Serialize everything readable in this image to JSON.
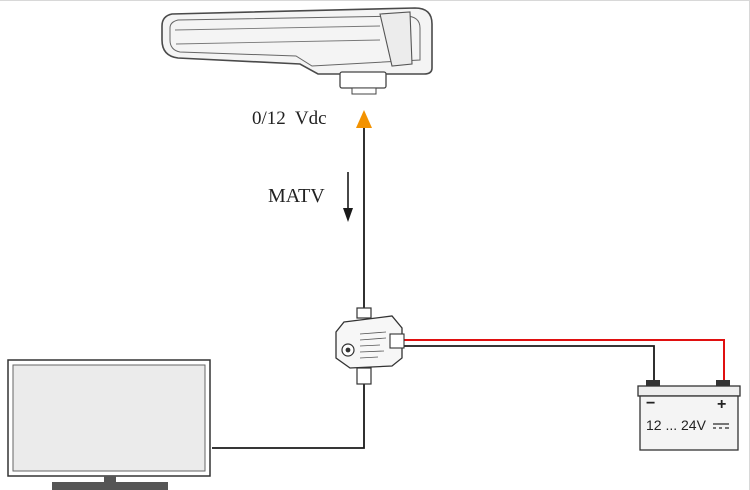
{
  "labels": {
    "voltage": "0/12  Vdc",
    "signal": "MATV",
    "battery_voltage": "12 ... 24V",
    "battery_minus": "−",
    "battery_plus": "+"
  },
  "colors": {
    "line": "#1a1a1a",
    "power_line": "#e01010",
    "arrow_up": "#f39200",
    "device_outline": "#4a4a4a",
    "device_fill": "#f2f2f2"
  },
  "icons": {
    "antenna": "satellite-antenna-icon",
    "splitter": "power-inserter-icon",
    "tv": "television-icon",
    "battery": "battery-icon"
  }
}
